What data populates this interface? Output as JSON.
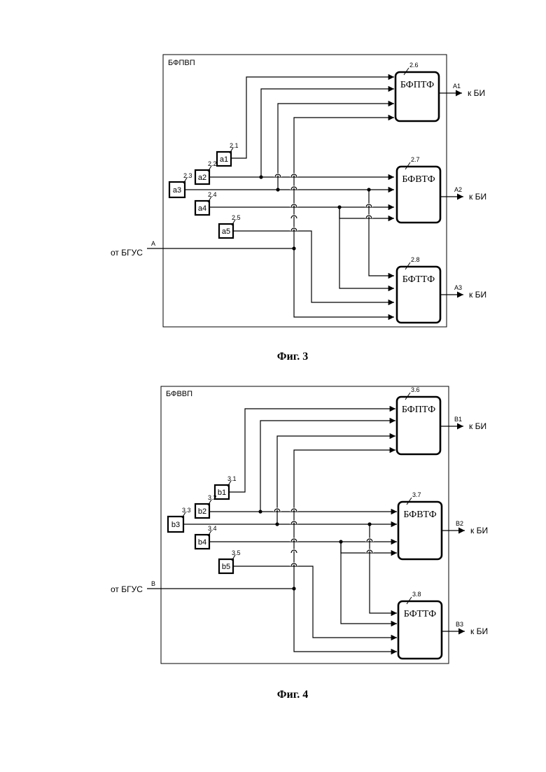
{
  "figures": [
    {
      "id": "fig3",
      "frame_label": "БФПВП",
      "caption": "Фиг. 3",
      "input_source": "от БГУС",
      "input_signal": "А",
      "inputs": [
        {
          "label": "a1",
          "ref": "2.1"
        },
        {
          "label": "a2",
          "ref": "2.2"
        },
        {
          "label": "a3",
          "ref": "2.3"
        },
        {
          "label": "a4",
          "ref": "2.4"
        },
        {
          "label": "a5",
          "ref": "2.5"
        }
      ],
      "blocks": [
        {
          "label": "БФПТФ",
          "ref": "2.6",
          "output_signal": "А1",
          "dest": "к БИ"
        },
        {
          "label": "БФВТФ",
          "ref": "2.7",
          "output_signal": "А2",
          "dest": "к БИ"
        },
        {
          "label": "БФТТФ",
          "ref": "2.8",
          "output_signal": "А3",
          "dest": "к БИ"
        }
      ]
    },
    {
      "id": "fig4",
      "frame_label": "БФВВП",
      "caption": "Фиг. 4",
      "input_source": "от БГУС",
      "input_signal": "В",
      "inputs": [
        {
          "label": "b1",
          "ref": "3.1"
        },
        {
          "label": "b2",
          "ref": "3.2"
        },
        {
          "label": "b3",
          "ref": "3.3"
        },
        {
          "label": "b4",
          "ref": "3.4"
        },
        {
          "label": "b5",
          "ref": "3.5"
        }
      ],
      "blocks": [
        {
          "label": "БФПТФ",
          "ref": "3.6",
          "output_signal": "В1",
          "dest": "к БИ"
        },
        {
          "label": "БФВТФ",
          "ref": "3.7",
          "output_signal": "В2",
          "dest": "к БИ"
        },
        {
          "label": "БФТТФ",
          "ref": "3.8",
          "output_signal": "В3",
          "dest": "к БИ"
        }
      ]
    }
  ]
}
